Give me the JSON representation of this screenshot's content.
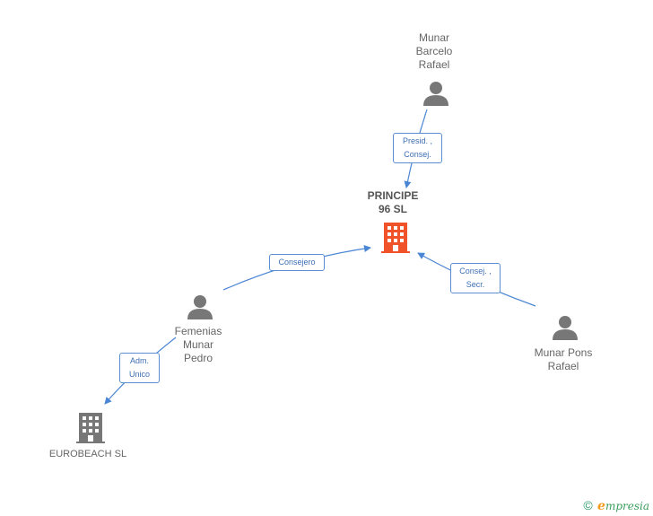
{
  "nodes": {
    "principe": {
      "label": "PRINCIPE\n96 SL",
      "type": "company",
      "color": "#f0532a"
    },
    "eurobeach": {
      "label": "EUROBEACH SL",
      "type": "company",
      "color": "#777777"
    },
    "munar_barcelo": {
      "label": "Munar\nBarcelo\nRafael",
      "type": "person",
      "color": "#777777"
    },
    "femenias": {
      "label": "Femenias\nMunar\nPedro",
      "type": "person",
      "color": "#777777"
    },
    "munar_pons": {
      "label": "Munar Pons\nRafael",
      "type": "person",
      "color": "#777777"
    }
  },
  "edges": {
    "presid": {
      "label": "Presid. ,\nConsej."
    },
    "consejero": {
      "label": "Consejero"
    },
    "consej_secr": {
      "label": "Consej. ,\nSecr."
    },
    "adm_unico": {
      "label": "Adm.\nUnico"
    }
  },
  "footer": {
    "copyright": "©",
    "brand_initial": "e",
    "brand_rest": "mpresia"
  },
  "colors": {
    "edge": "#4a86d4",
    "person": "#777777",
    "company_main": "#f0532a",
    "company": "#777777"
  }
}
